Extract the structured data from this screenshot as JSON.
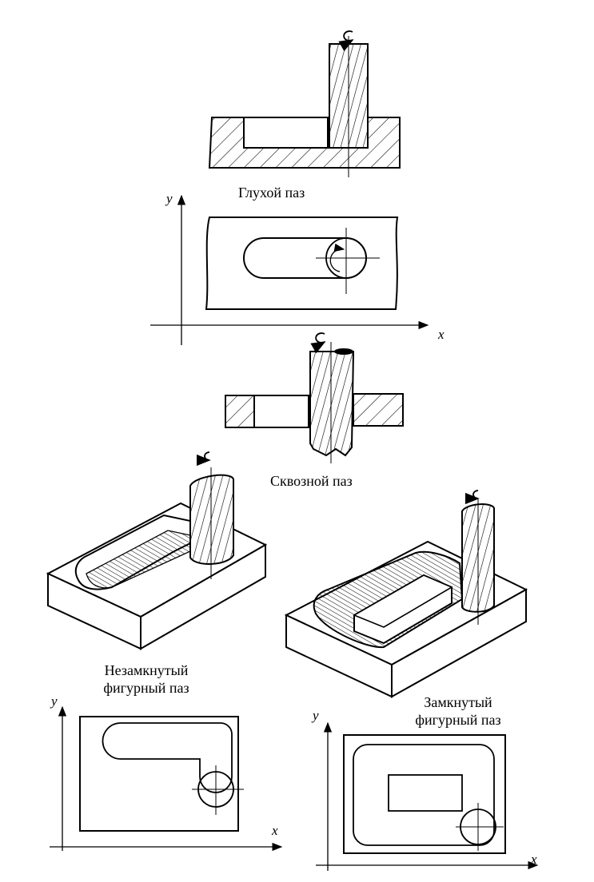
{
  "captions": {
    "blind_slot": "Глухой  паз",
    "through_slot": "Сквозной  паз",
    "open_figured_line1": "Незамкнутый",
    "open_figured_line2": "фигурный паз",
    "closed_figured_line1": "Замкнутый",
    "closed_figured_line2": "фигурный паз"
  },
  "axes": {
    "y": "y",
    "x": "x"
  },
  "colors": {
    "ink": "#000000",
    "paper": "#ffffff"
  }
}
